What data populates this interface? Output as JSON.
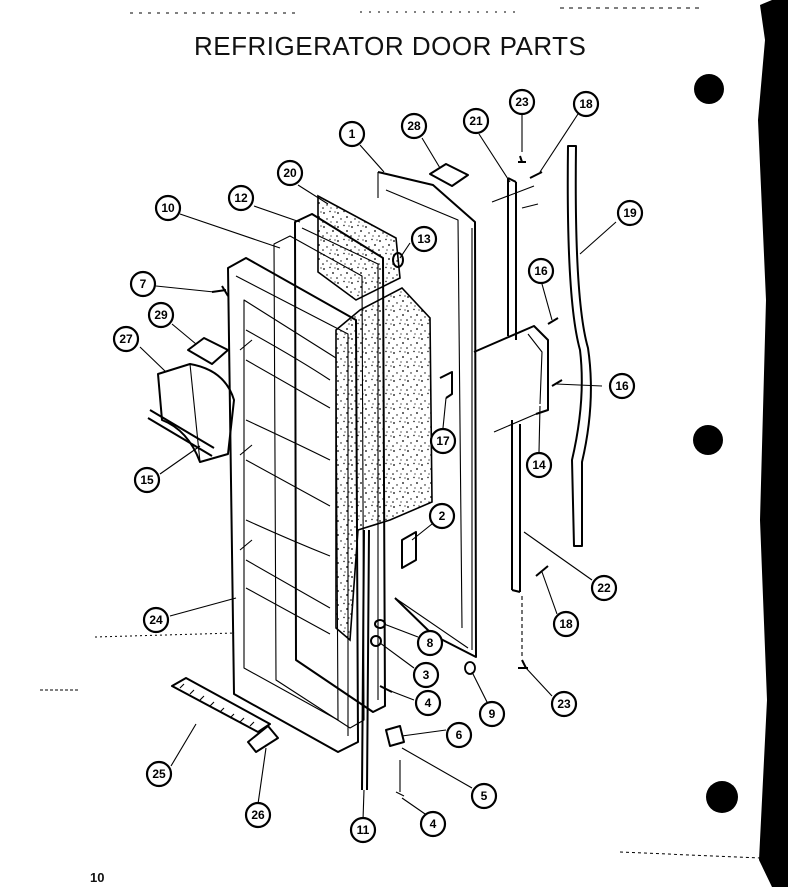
{
  "title": "REFRIGERATOR DOOR PARTS",
  "page_number": "10",
  "callouts": [
    {
      "label": "1"
    },
    {
      "label": "28"
    },
    {
      "label": "21"
    },
    {
      "label": "23"
    },
    {
      "label": "18"
    },
    {
      "label": "20"
    },
    {
      "label": "12"
    },
    {
      "label": "10"
    },
    {
      "label": "13"
    },
    {
      "label": "19"
    },
    {
      "label": "7"
    },
    {
      "label": "16"
    },
    {
      "label": "29"
    },
    {
      "label": "27"
    },
    {
      "label": "16"
    },
    {
      "label": "17"
    },
    {
      "label": "14"
    },
    {
      "label": "15"
    },
    {
      "label": "2"
    },
    {
      "label": "22"
    },
    {
      "label": "24"
    },
    {
      "label": "18"
    },
    {
      "label": "8"
    },
    {
      "label": "3"
    },
    {
      "label": "9"
    },
    {
      "label": "23"
    },
    {
      "label": "4"
    },
    {
      "label": "6"
    },
    {
      "label": "25"
    },
    {
      "label": "26"
    },
    {
      "label": "5"
    },
    {
      "label": "11"
    },
    {
      "label": "4"
    }
  ]
}
